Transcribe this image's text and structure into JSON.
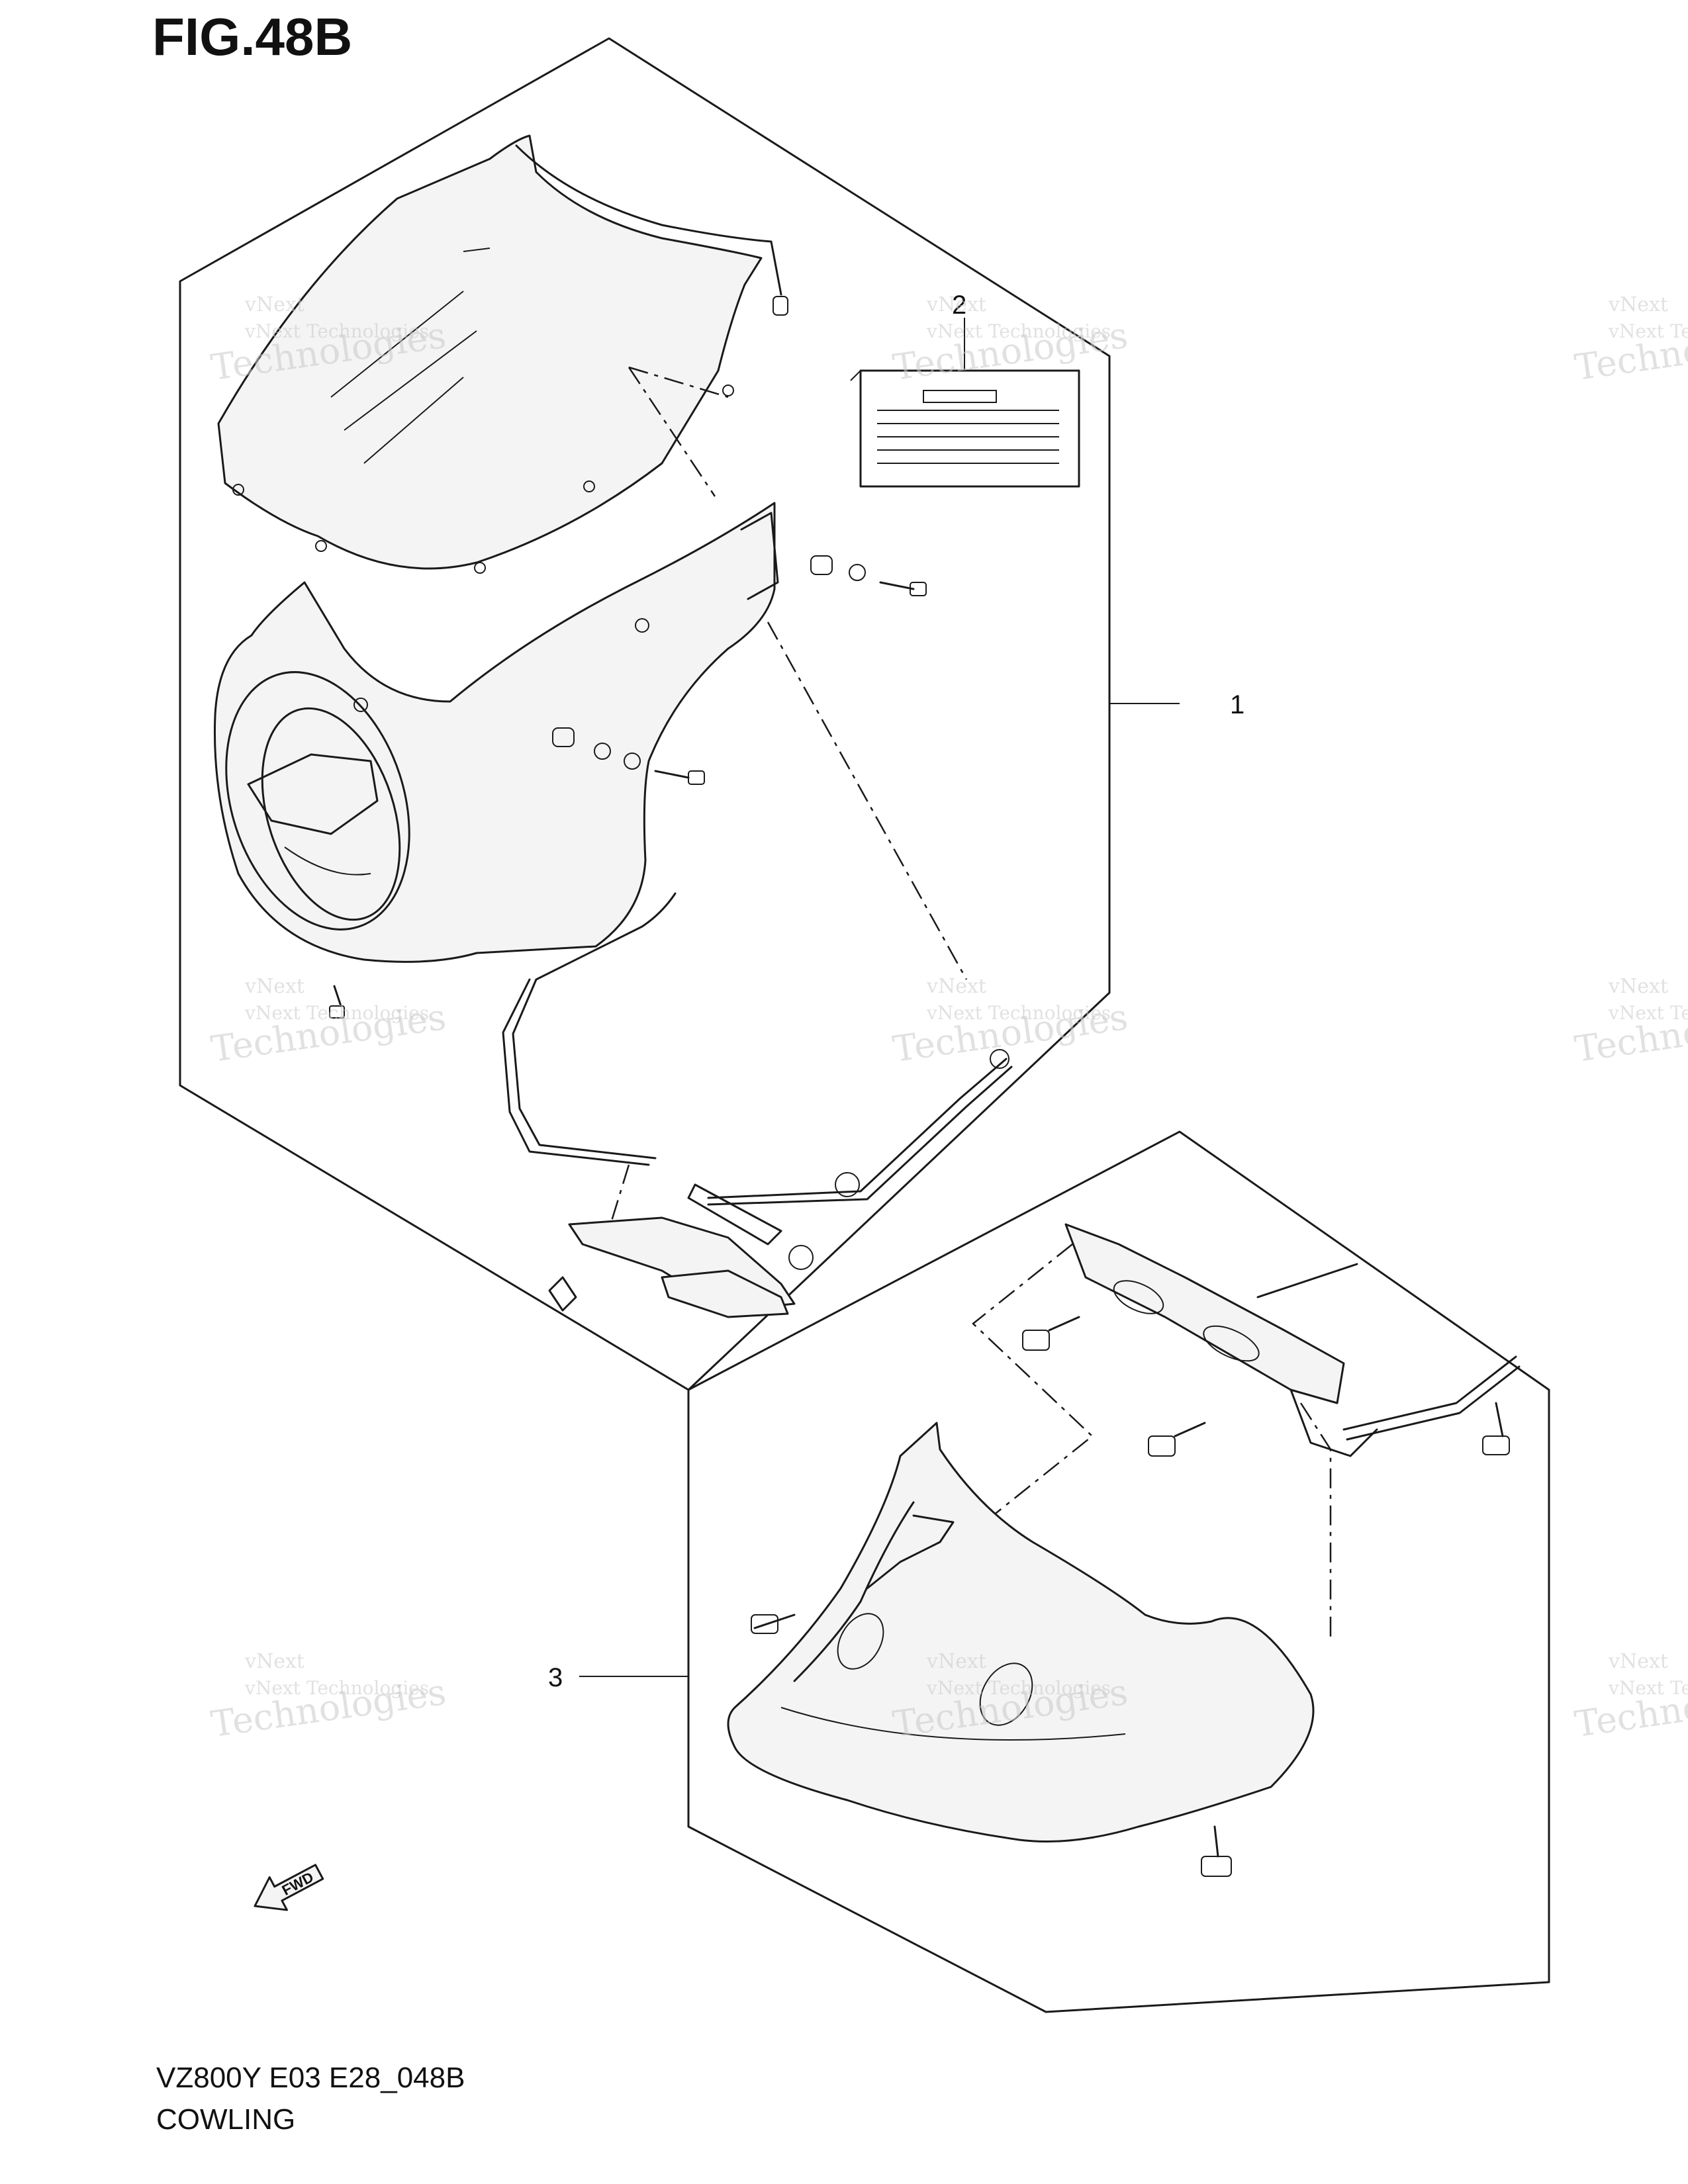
{
  "header": {
    "figure_title": "FIG.48B"
  },
  "footer": {
    "code": "VZ800Y E03 E28_048B",
    "name": "COWLING"
  },
  "callouts": [
    {
      "label": "1"
    },
    {
      "label": "2"
    },
    {
      "label": "3"
    }
  ],
  "fwd_arrow": {
    "label": "FWD"
  },
  "watermark": {
    "line1": "vNext Technologies",
    "line2": "vNext",
    "line3": "Technologies"
  }
}
